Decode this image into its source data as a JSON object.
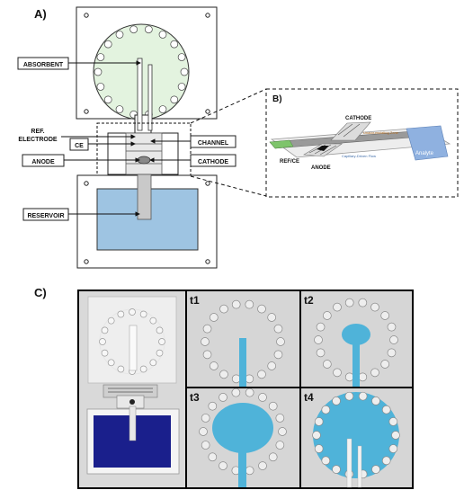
{
  "panels": {
    "a": "A)",
    "b": "B)",
    "c": "C)"
  },
  "labels": {
    "absorbent": "ABSORBENT",
    "ref_electrode_line1": "REF.",
    "ref_electrode_line2": "ELECTRODE",
    "ce": "CE",
    "anode": "ANODE",
    "channel": "CHANNEL",
    "cathode": "CATHODE",
    "reservoir": "RESERVOIR"
  },
  "inset": {
    "cathode": "CATHODE",
    "anode": "ANODE",
    "ref_ce": "REF/CE",
    "analyte": "Analyte",
    "top_note": "Unaccumulating Zone",
    "bottom_note": "Capillary-Driven Flow"
  },
  "photo_labels": [
    "t1",
    "t2",
    "t3",
    "t4"
  ],
  "colors": {
    "absorbent_fill": "#e3f3df",
    "reservoir_fill": "#9ec4e2",
    "liquid_blue": "#4fb3d9",
    "photo_reservoir": "#1a1f8c",
    "photo_bg": "#d8d8d8"
  }
}
